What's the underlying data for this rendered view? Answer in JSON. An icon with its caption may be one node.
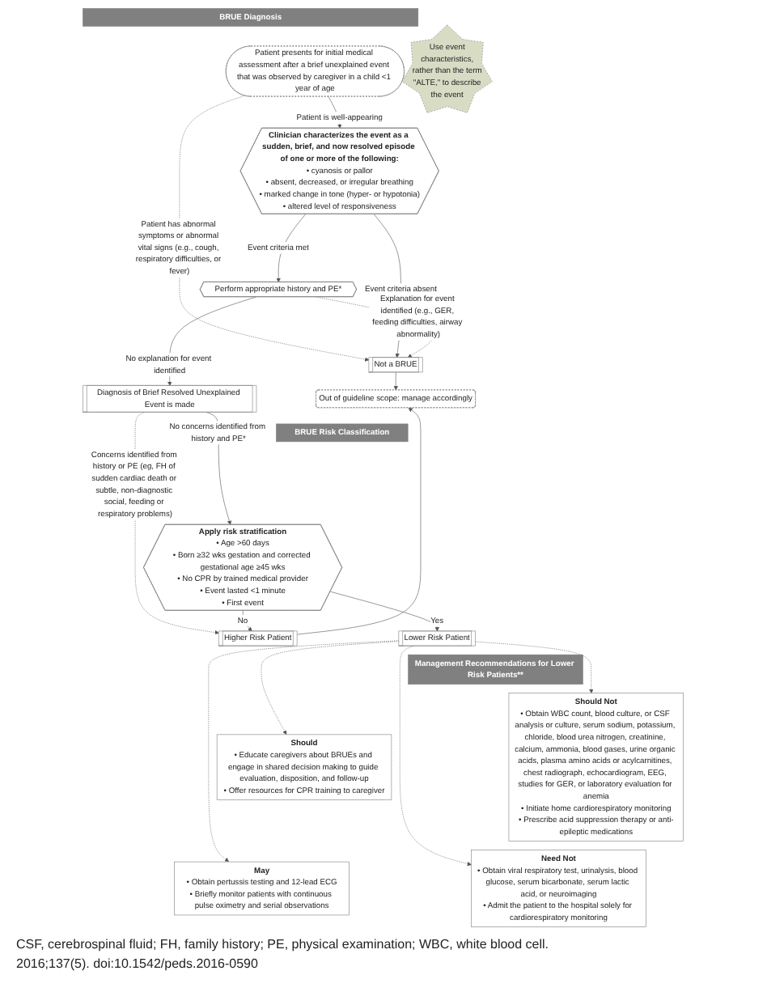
{
  "diagram": {
    "caption": "CSF, cerebrospinal fluid; FH, family history; PE, physical examination; WBC, white blood cell.",
    "nodes": [
      {
        "text": [
          "BRUE Diagnosis"
        ]
      },
      {
        "text": [
          "Patient presents for initial medical assessment after a brief unexplained event that was observed by caregiver in a child <1 year of age"
        ]
      },
      {
        "text": [
          "Use event characteristics, rather than the term \"ALTE,\" to describe the event"
        ]
      },
      {
        "text": [
          "Clinician characterizes the event as a sudden, brief, and now resolved episode of one or more of the following:",
          "• cyanosis or pallor",
          "• absent, decreased, or irregular breathing",
          "• marked change in tone (hyper- or hypotonia)",
          "• altered level of responsiveness"
        ]
      },
      {
        "text": [
          "Not a BRUE"
        ]
      },
      {
        "text": [
          "Perform appropriate history and PE*"
        ]
      },
      {
        "text": [
          "Out of guideline scope: manage accordingly"
        ]
      },
      {
        "text": [
          "Diagnosis of Brief Resolved Unexplained Event is made"
        ]
      },
      {
        "text": [
          "BRUE Risk Classification"
        ]
      },
      {
        "text": [
          "Apply risk stratification",
          "• Age >60 days",
          "• Born ≥32 wks gestation and corrected gestational age ≥45 wks",
          "• No CPR by trained medical provider",
          "• Event lasted <1 minute",
          "• First event"
        ]
      },
      {
        "text": [
          "Higher Risk Patient"
        ]
      },
      {
        "text": [
          "Lower Risk Patient"
        ]
      },
      {
        "text": [
          "Management Recommendations for Lower Risk Patients**"
        ]
      },
      {
        "text": [
          "Should",
          "• Educate caregivers about BRUEs and engage in shared decision making to guide evaluation, disposition, and follow-up",
          "• Offer resources for CPR training to caregiver"
        ]
      },
      {
        "text": [
          "Should Not",
          "• Obtain WBC count, blood culture, or CSF analysis or culture, serum sodium, potassium, chloride, blood urea nitrogen, creatinine, calcium, ammonia, blood gases, urine organic acids, plasma amino acids or acylcarnitines, chest radiograph, echocardiogram, EEG, studies for GER, or laboratory evaluation for anemia",
          "• Initiate home cardiorespiratory monitoring",
          "• Prescribe acid suppression therapy or anti-epileptic medications"
        ]
      },
      {
        "text": [
          "May",
          "• Obtain pertussis testing and 12-lead ECG",
          "• Briefly monitor patients with continuous pulse oximetry and serial observations"
        ]
      },
      {
        "text": [
          "Need Not",
          "• Obtain viral respiratory test, urinalysis, blood glucose, serum bicarbonate, serum lactic acid, or neuroimaging",
          "• Admit the patient to the hospital solely for cardiorespiratory monitoring"
        ]
      }
    ],
    "edges": [
      {
        "from": 1,
        "to": 3,
        "arrow": "to",
        "label": "Patient is well-appearing"
      },
      {
        "from": 1,
        "to": 4,
        "arrow": "to",
        "label": "Patient has abnormal symptoms or abnormal vital signs (e.g., cough, respiratory difficulties, or fever)",
        "style": "dashed"
      },
      {
        "from": 3,
        "to": 4,
        "arrow": "to",
        "label": "Event criteria absent"
      },
      {
        "from": 3,
        "to": 5,
        "arrow": "to",
        "label": "Event criteria met"
      },
      {
        "from": 5,
        "to": 4,
        "arrow": "to",
        "label": "Explanation for event identified (e.g., GER, feeding difficulties, airway abnormality)",
        "style": "dashed"
      },
      {
        "from": 5,
        "to": 7,
        "arrow": "to",
        "label": "No explanation for event identified"
      },
      {
        "from": 4,
        "to": 6,
        "arrow": "to"
      },
      {
        "from": 7,
        "to": 9,
        "arrow": "to",
        "label": "No concerns identified from history and PE*"
      },
      {
        "from": 7,
        "to": 10,
        "arrow": "to",
        "label": "Concerns identified from history or PE (eg, FH of sudden cardiac death or subtle, non-diagnostic social, feeding or respiratory problems)",
        "style": "dashed"
      },
      {
        "from": 9,
        "to": 10,
        "arrow": "to",
        "label": "No"
      },
      {
        "from": 9,
        "to": 11,
        "arrow": "to",
        "label": "Yes"
      },
      {
        "from": 10,
        "to": 6,
        "arrow": "to"
      },
      {
        "from": 11,
        "to": 13,
        "arrow": "to",
        "style": "dashed"
      },
      {
        "from": 11,
        "to": 14,
        "arrow": "to",
        "style": "dashed"
      },
      {
        "from": 11,
        "to": 15,
        "arrow": "to",
        "style": "dashed"
      },
      {
        "from": 11,
        "to": 16,
        "arrow": "to",
        "style": "dashed"
      }
    ],
    "labels": [
      "2016;137(5). doi:10.1542/peds.2016-0590"
    ]
  }
}
